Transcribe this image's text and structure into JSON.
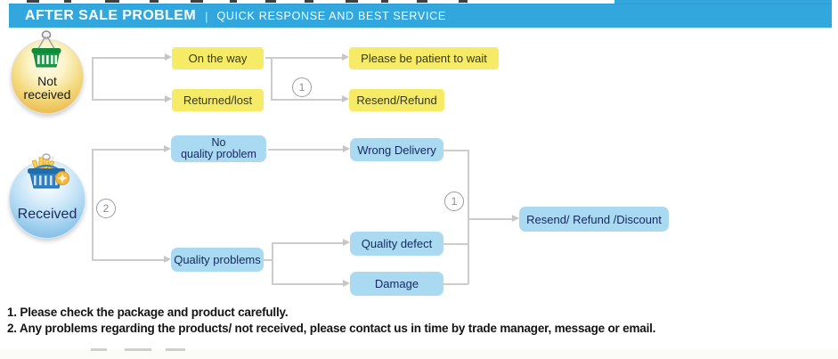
{
  "header": {
    "title": "AFTER SALE PROBLEM",
    "separator": "|",
    "subtitle": "QUICK RESPONSE AND BEST SERVICE"
  },
  "nodes": {
    "not_received": {
      "line1": "Not",
      "line2": "received"
    },
    "received": {
      "label": "Received"
    },
    "on_the_way": {
      "label": "On the way"
    },
    "returned_lost": {
      "label": "Returned/lost"
    },
    "please_be_patient": {
      "label": "Please be patient to wait"
    },
    "resend_refund": {
      "label": "Resend/Refund"
    },
    "no_quality_problem": {
      "line1": "No",
      "line2": "quality problem"
    },
    "quality_problems": {
      "label": "Quality problems"
    },
    "wrong_delivery": {
      "label": "Wrong Delivery"
    },
    "quality_defect": {
      "label": "Quality defect"
    },
    "damage": {
      "label": "Damage"
    },
    "resend_refund_discount": {
      "label": "Resend/ Refund /Discount"
    }
  },
  "markers": {
    "step1_top": "1",
    "step2": "2",
    "step1_right": "1"
  },
  "edges": [
    {
      "from": "not_received",
      "to": "on_the_way"
    },
    {
      "from": "not_received",
      "to": "returned_lost"
    },
    {
      "from": "on_the_way",
      "to": "please_be_patient"
    },
    {
      "from": "returned_lost",
      "to": "resend_refund"
    },
    {
      "from": "received",
      "to": "no_quality_problem"
    },
    {
      "from": "received",
      "to": "quality_problems"
    },
    {
      "from": "no_quality_problem",
      "to": "wrong_delivery"
    },
    {
      "from": "quality_problems",
      "to": "quality_defect"
    },
    {
      "from": "quality_problems",
      "to": "damage"
    },
    {
      "from": "wrong_delivery",
      "to": "resend_refund_discount"
    },
    {
      "from": "quality_defect",
      "to": "resend_refund_discount"
    },
    {
      "from": "damage",
      "to": "resend_refund_discount"
    }
  ],
  "footer": {
    "line1": "1. Please check the package and product carefully.",
    "line2": "2. Any problems regarding the products/ not received, please contact us in time by trade manager, message or email."
  },
  "colors": {
    "header_bg": "#31a7dd",
    "yellow_box": "#f6eb66",
    "blue_box": "#a9daf2",
    "navy_text": "#16295e",
    "line_gray": "#cccccc"
  }
}
